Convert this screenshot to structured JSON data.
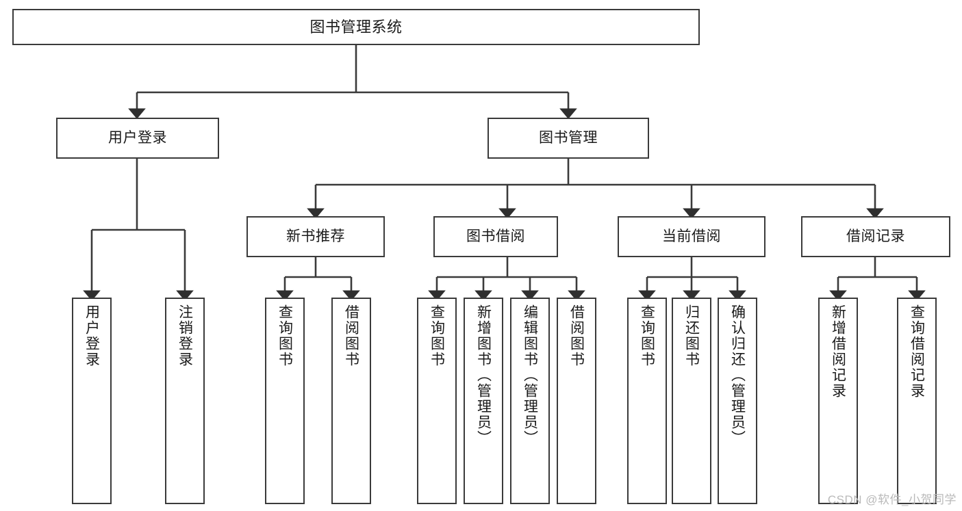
{
  "diagram": {
    "title": "图书管理系统",
    "style": {
      "line_color": "#3a3a3a",
      "box_border_color": "#3a3a3a",
      "box_fill": "#ffffff",
      "background": "#ffffff",
      "text_color": "#1a1a1a",
      "watermark_color": "#b9b9b9"
    },
    "root": {
      "label": "图书管理系统"
    },
    "level2": [
      {
        "label": "用户登录"
      },
      {
        "label": "图书管理"
      }
    ],
    "level3": [
      {
        "label": "新书推荐"
      },
      {
        "label": "图书借阅"
      },
      {
        "label": "当前借阅"
      },
      {
        "label": "借阅记录"
      }
    ],
    "leaves": {
      "user_login": [
        {
          "label": "用户登录"
        },
        {
          "label": "注销登录"
        }
      ],
      "new_book_recommend": [
        {
          "label": "查询图书"
        },
        {
          "label": "借阅图书"
        }
      ],
      "book_borrow": [
        {
          "label": "查询图书"
        },
        {
          "label": "新增图书（管理员）"
        },
        {
          "label": "编辑图书（管理员）"
        },
        {
          "label": "借阅图书"
        }
      ],
      "current_borrow": [
        {
          "label": "查询图书"
        },
        {
          "label": "归还图书"
        },
        {
          "label": "确认归还（管理员）"
        }
      ],
      "borrow_record": [
        {
          "label": "新增借阅记录"
        },
        {
          "label": "查询借阅记录"
        }
      ]
    },
    "watermark": "CSDN @软件_小贺同学"
  }
}
